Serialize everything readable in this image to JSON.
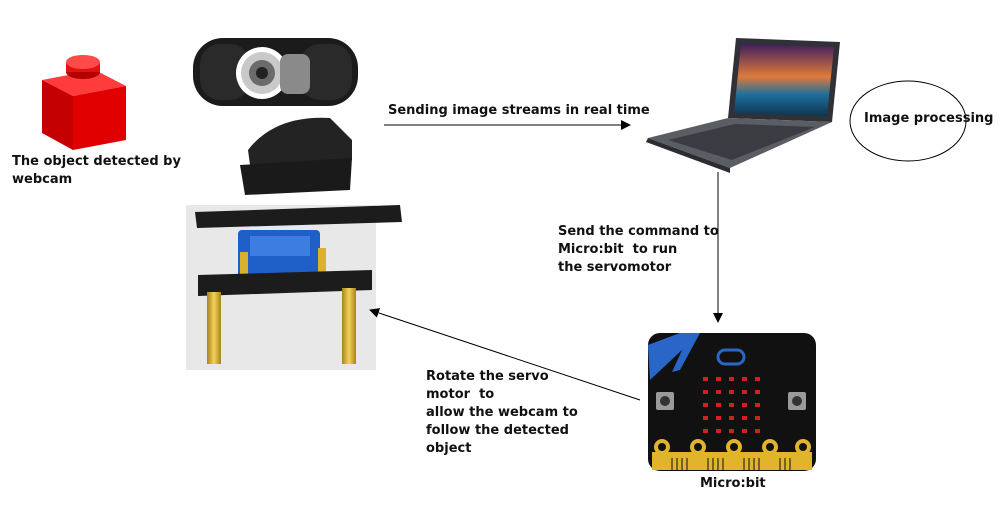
{
  "labels": {
    "object_detected": "The object detected by\nwebcam",
    "sending_streams": "Sending image streams in real time",
    "image_processing": "Image processing",
    "send_command": "Send the command to\nMicro:bit  to run\nthe servomotor",
    "rotate_servo": "Rotate the servo\nmotor  to\nallow the webcam to\nfollow the detected\nobject",
    "microbit": "Micro:bit"
  },
  "colors": {
    "lego_brick": "#d40000",
    "servo_blue": "#1f5fc8",
    "brass_standoff": "#d8b22a",
    "laptop_body": "#4a4d52",
    "microbit_board": "#111111",
    "led_red": "#d02020",
    "pin_gold": "#e0b52c"
  },
  "icons": {
    "object": "red-lego-brick-icon",
    "webcam": "webcam-icon",
    "laptop": "laptop-icon",
    "board": "microbit-board-icon",
    "servo": "servo-mount-icon"
  }
}
